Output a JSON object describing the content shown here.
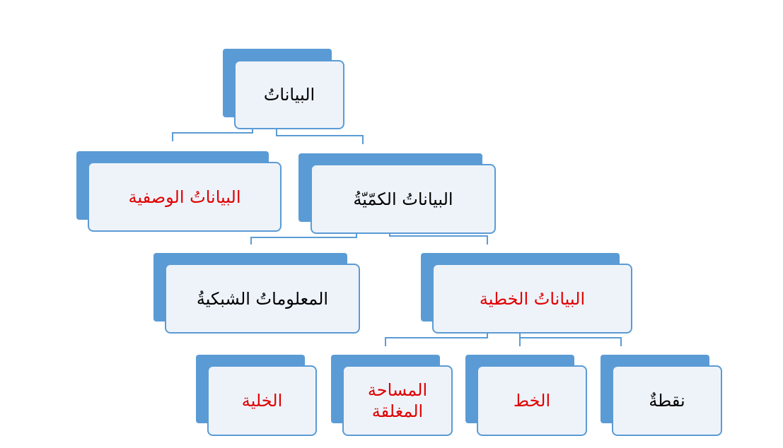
{
  "diagram": {
    "root": {
      "label": "البياناتُ"
    },
    "level1": {
      "quantitative": {
        "label": "البياناتُ الكمّيّةُ"
      },
      "descriptive": {
        "label": "البياناتُ الوصفية"
      }
    },
    "level2": {
      "linear": {
        "label": "البياناتُ الخطية"
      },
      "raster": {
        "label": "المعلوماتُ الشبكيةُ"
      }
    },
    "level3": {
      "point": {
        "label": "نقطةٌ"
      },
      "line": {
        "label": "الخط"
      },
      "area": {
        "label": "المساحة المغلقة"
      },
      "cell": {
        "label": "الخلية"
      }
    },
    "colors": {
      "accent": "#5b9bd5",
      "fill": "#eef3fa",
      "text": "#000000",
      "highlight": "#e00000"
    }
  }
}
